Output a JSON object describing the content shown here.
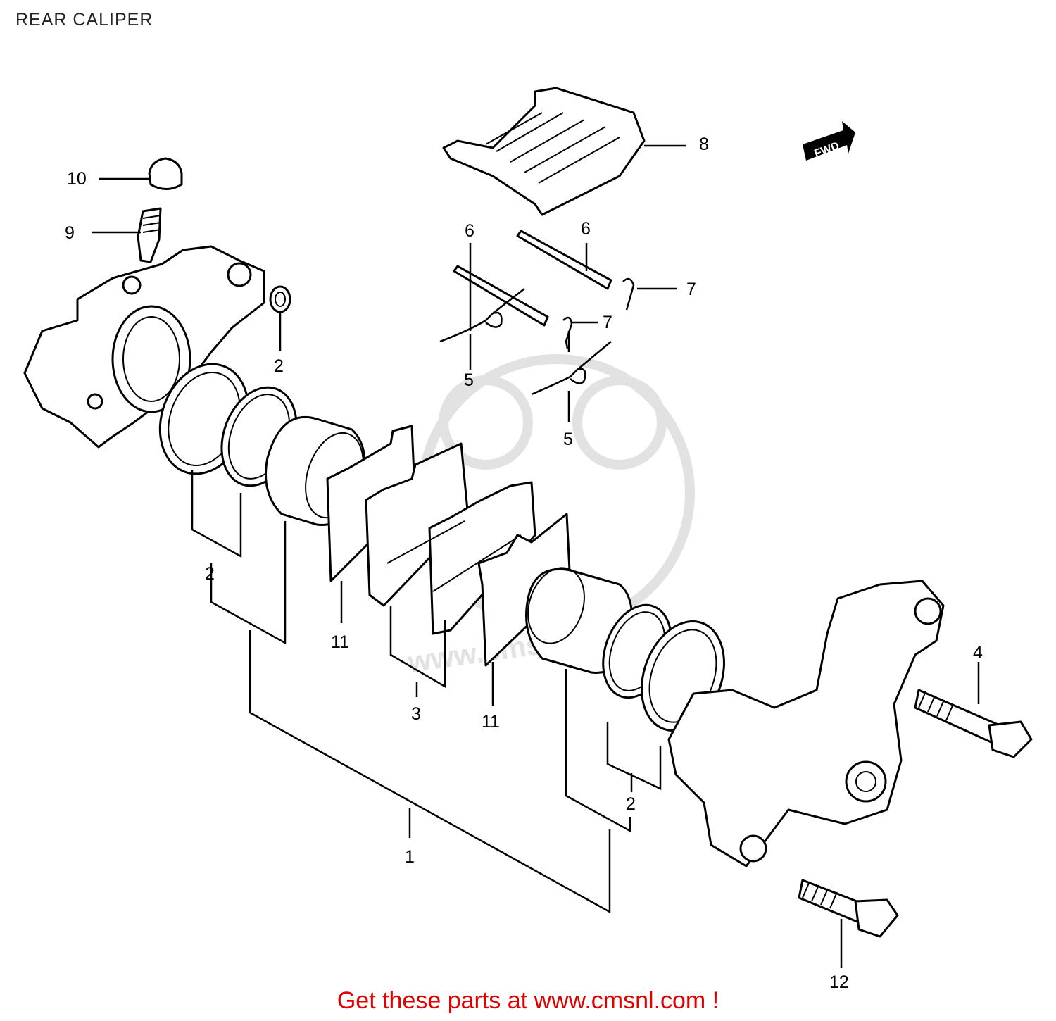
{
  "title": "REAR CALIPER",
  "watermark": "www.cmsnl.com",
  "fwd_label": "FWD",
  "callouts": {
    "c1": "1",
    "c2a": "2",
    "c2b": "2",
    "c2c": "2",
    "c3": "3",
    "c4": "4",
    "c5a": "5",
    "c5b": "5",
    "c6a": "6",
    "c6b": "6",
    "c7a": "7",
    "c7b": "7",
    "c8": "8",
    "c9": "9",
    "c10": "10",
    "c11a": "11",
    "c11b": "11",
    "c12": "12"
  },
  "footer_text": "Get these parts at www.cmsnl.com !",
  "colors": {
    "footer": "#e00000",
    "line": "#000000",
    "watermark": "#e2e2e2"
  }
}
